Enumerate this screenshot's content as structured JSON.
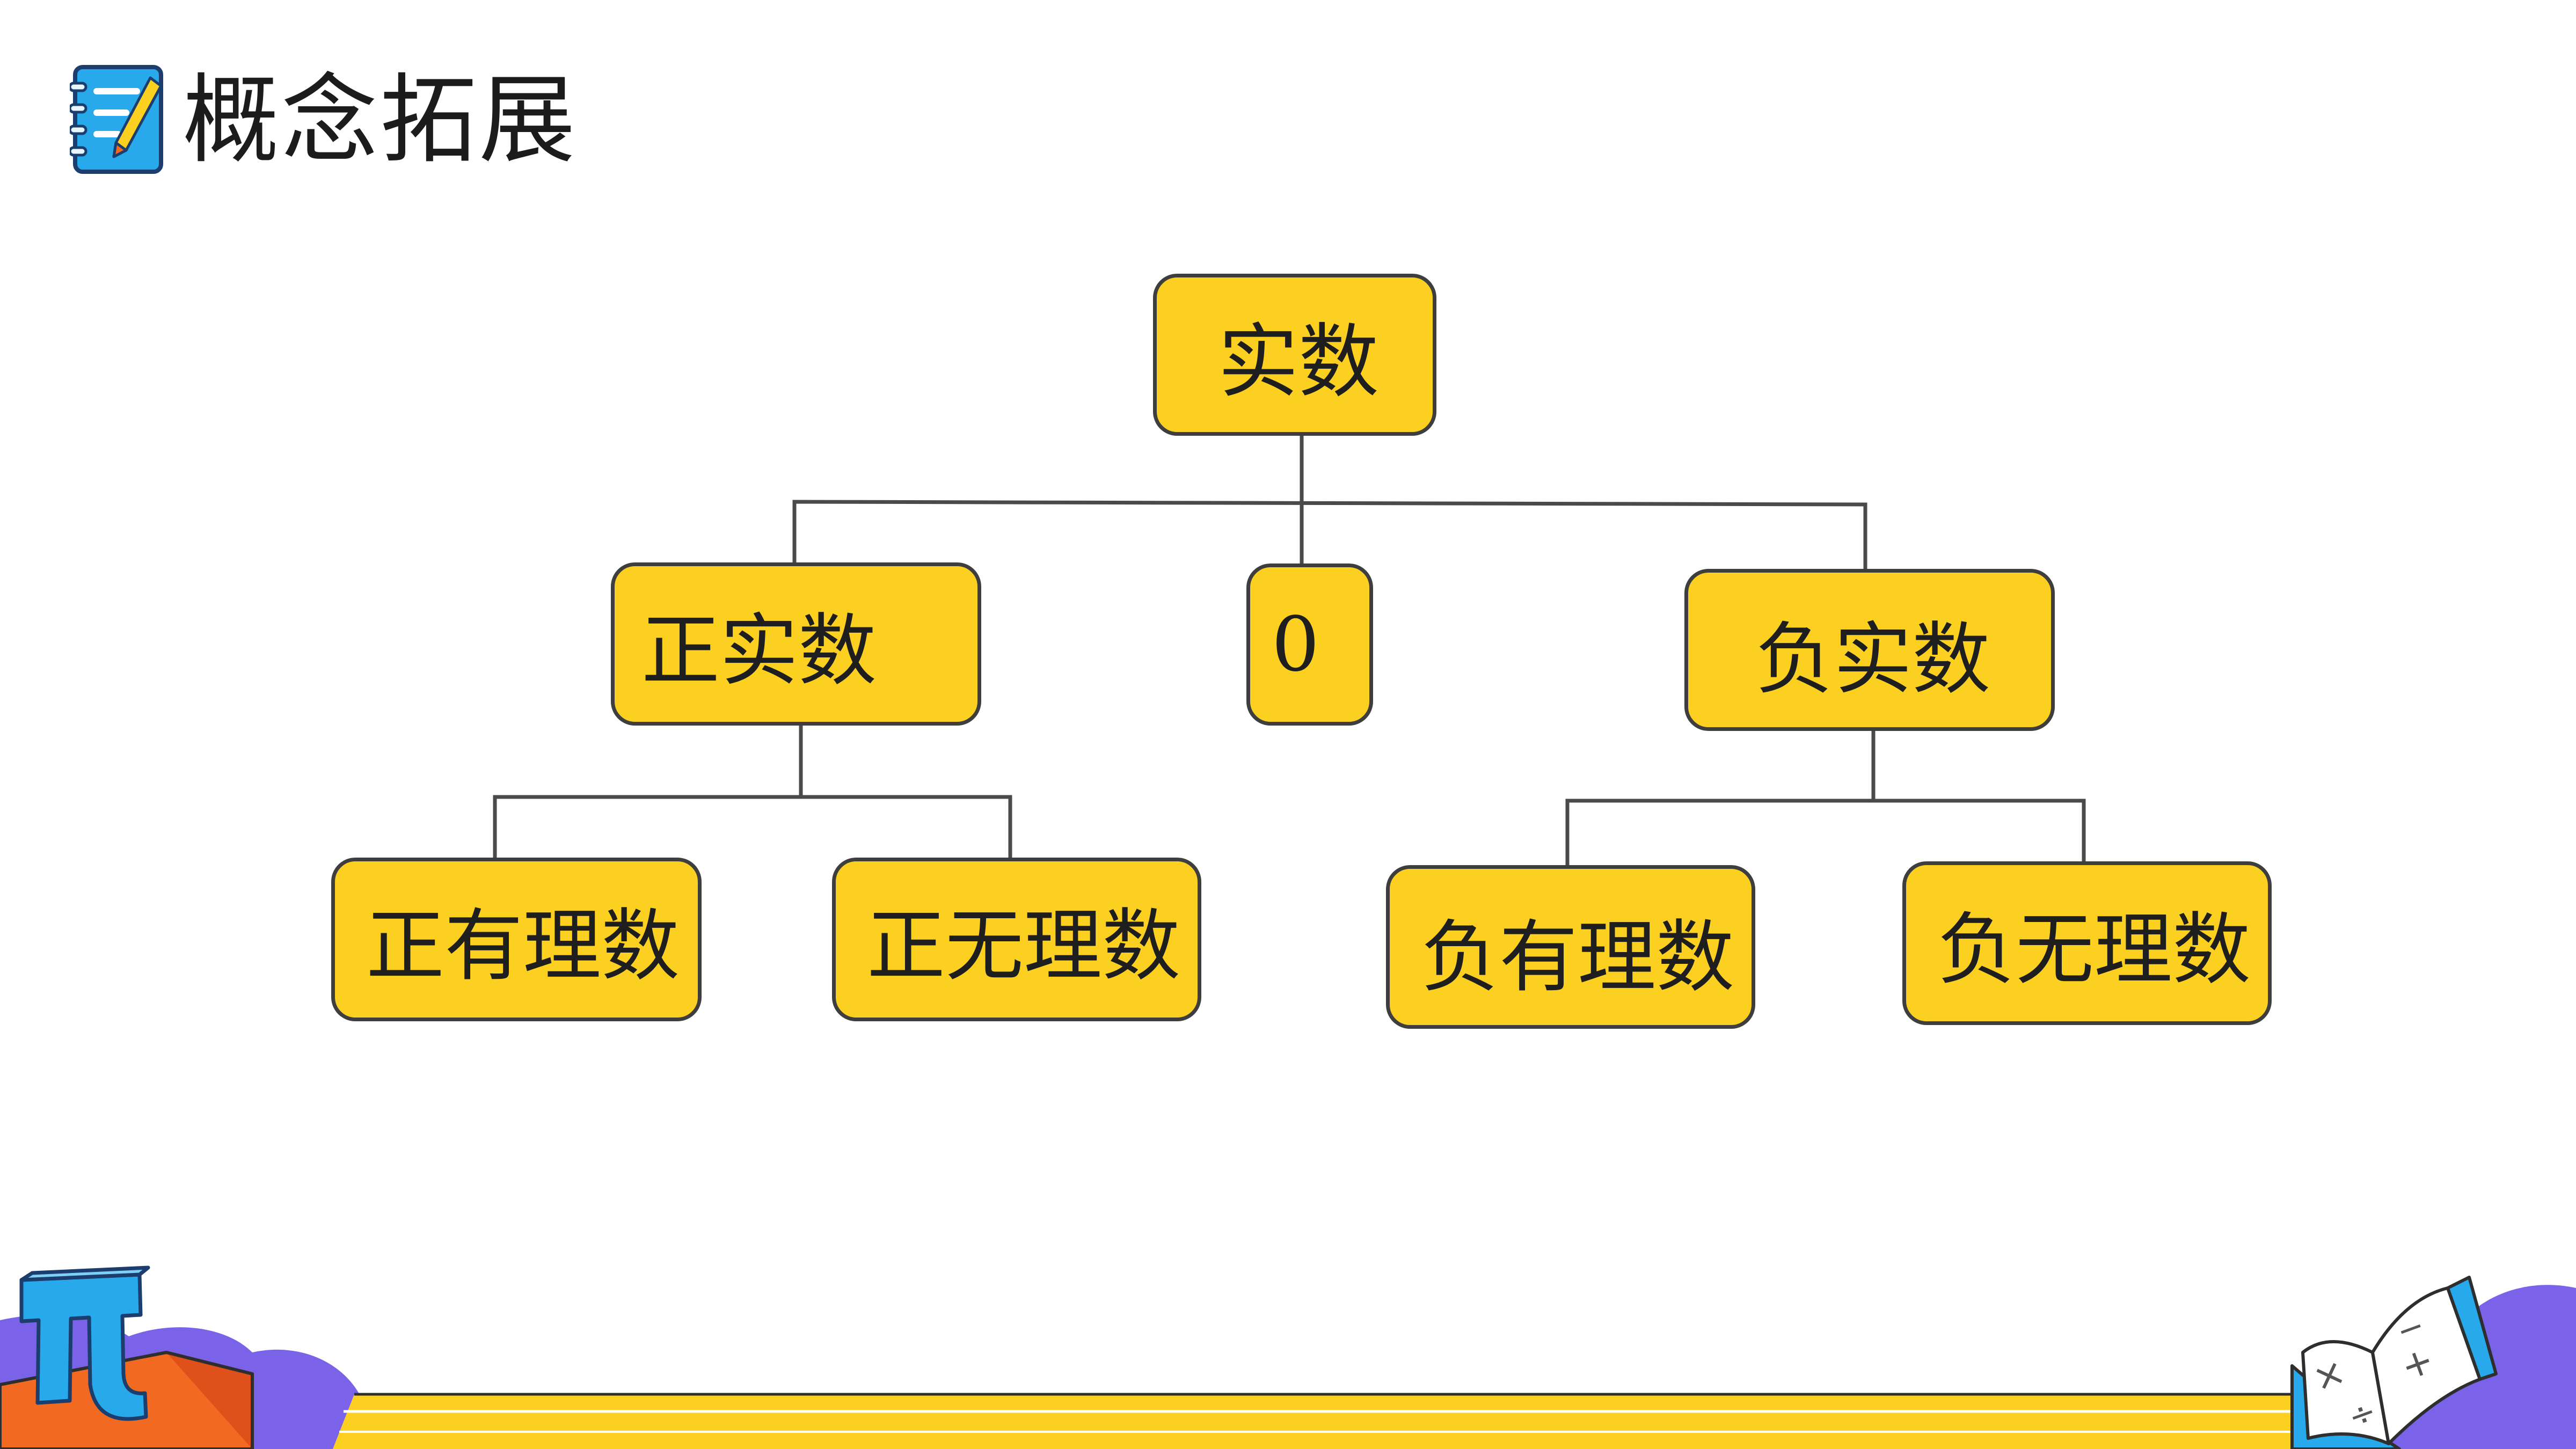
{
  "header": {
    "title": "概念拓展",
    "icon": "notebook-pencil-icon"
  },
  "tree": {
    "root": {
      "label": "实数"
    },
    "positive": {
      "label": "正实数"
    },
    "zero": {
      "label": "0"
    },
    "negative": {
      "label": "负实数"
    },
    "positive_rational": {
      "label": "正有理数"
    },
    "positive_irrational": {
      "label": "正无理数"
    },
    "negative_rational": {
      "label": "负有理数"
    },
    "negative_irrational": {
      "label": "负无理数"
    }
  },
  "decorations": {
    "left": "pi-symbol-icon",
    "right": "open-math-book-icon",
    "bottom": "yellow-stripe-band"
  },
  "colors": {
    "node_fill": "#fcd021",
    "node_border": "#3e3e3e",
    "connector": "#4a4a4a",
    "accent_blue": "#28a9ec",
    "accent_purple": "#7a63e8",
    "accent_orange": "#f26a22",
    "band_yellow": "#fcd021"
  }
}
